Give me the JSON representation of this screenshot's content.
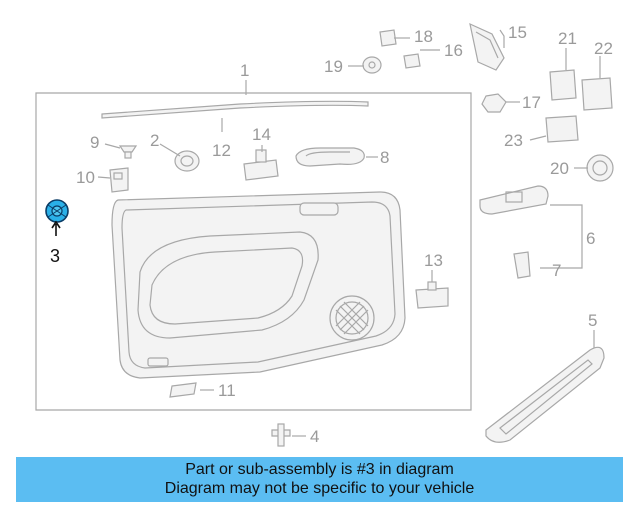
{
  "callouts": {
    "c1": "1",
    "c2": "2",
    "c3": "3",
    "c4": "4",
    "c5": "5",
    "c6": "6",
    "c7": "7",
    "c8": "8",
    "c9": "9",
    "c10": "10",
    "c11": "11",
    "c12": "12",
    "c13": "13",
    "c14": "14",
    "c15": "15",
    "c16": "16",
    "c17": "17",
    "c18": "18",
    "c19": "19",
    "c20": "20",
    "c21": "21",
    "c22": "22",
    "c23": "23"
  },
  "highlight": {
    "part_number": "3",
    "color": "#2ab0e8"
  },
  "banner": {
    "line1": "Part or sub-assembly is #3 in diagram",
    "line2": "Diagram may not be specific to your vehicle",
    "background": "#5bbdf2"
  }
}
